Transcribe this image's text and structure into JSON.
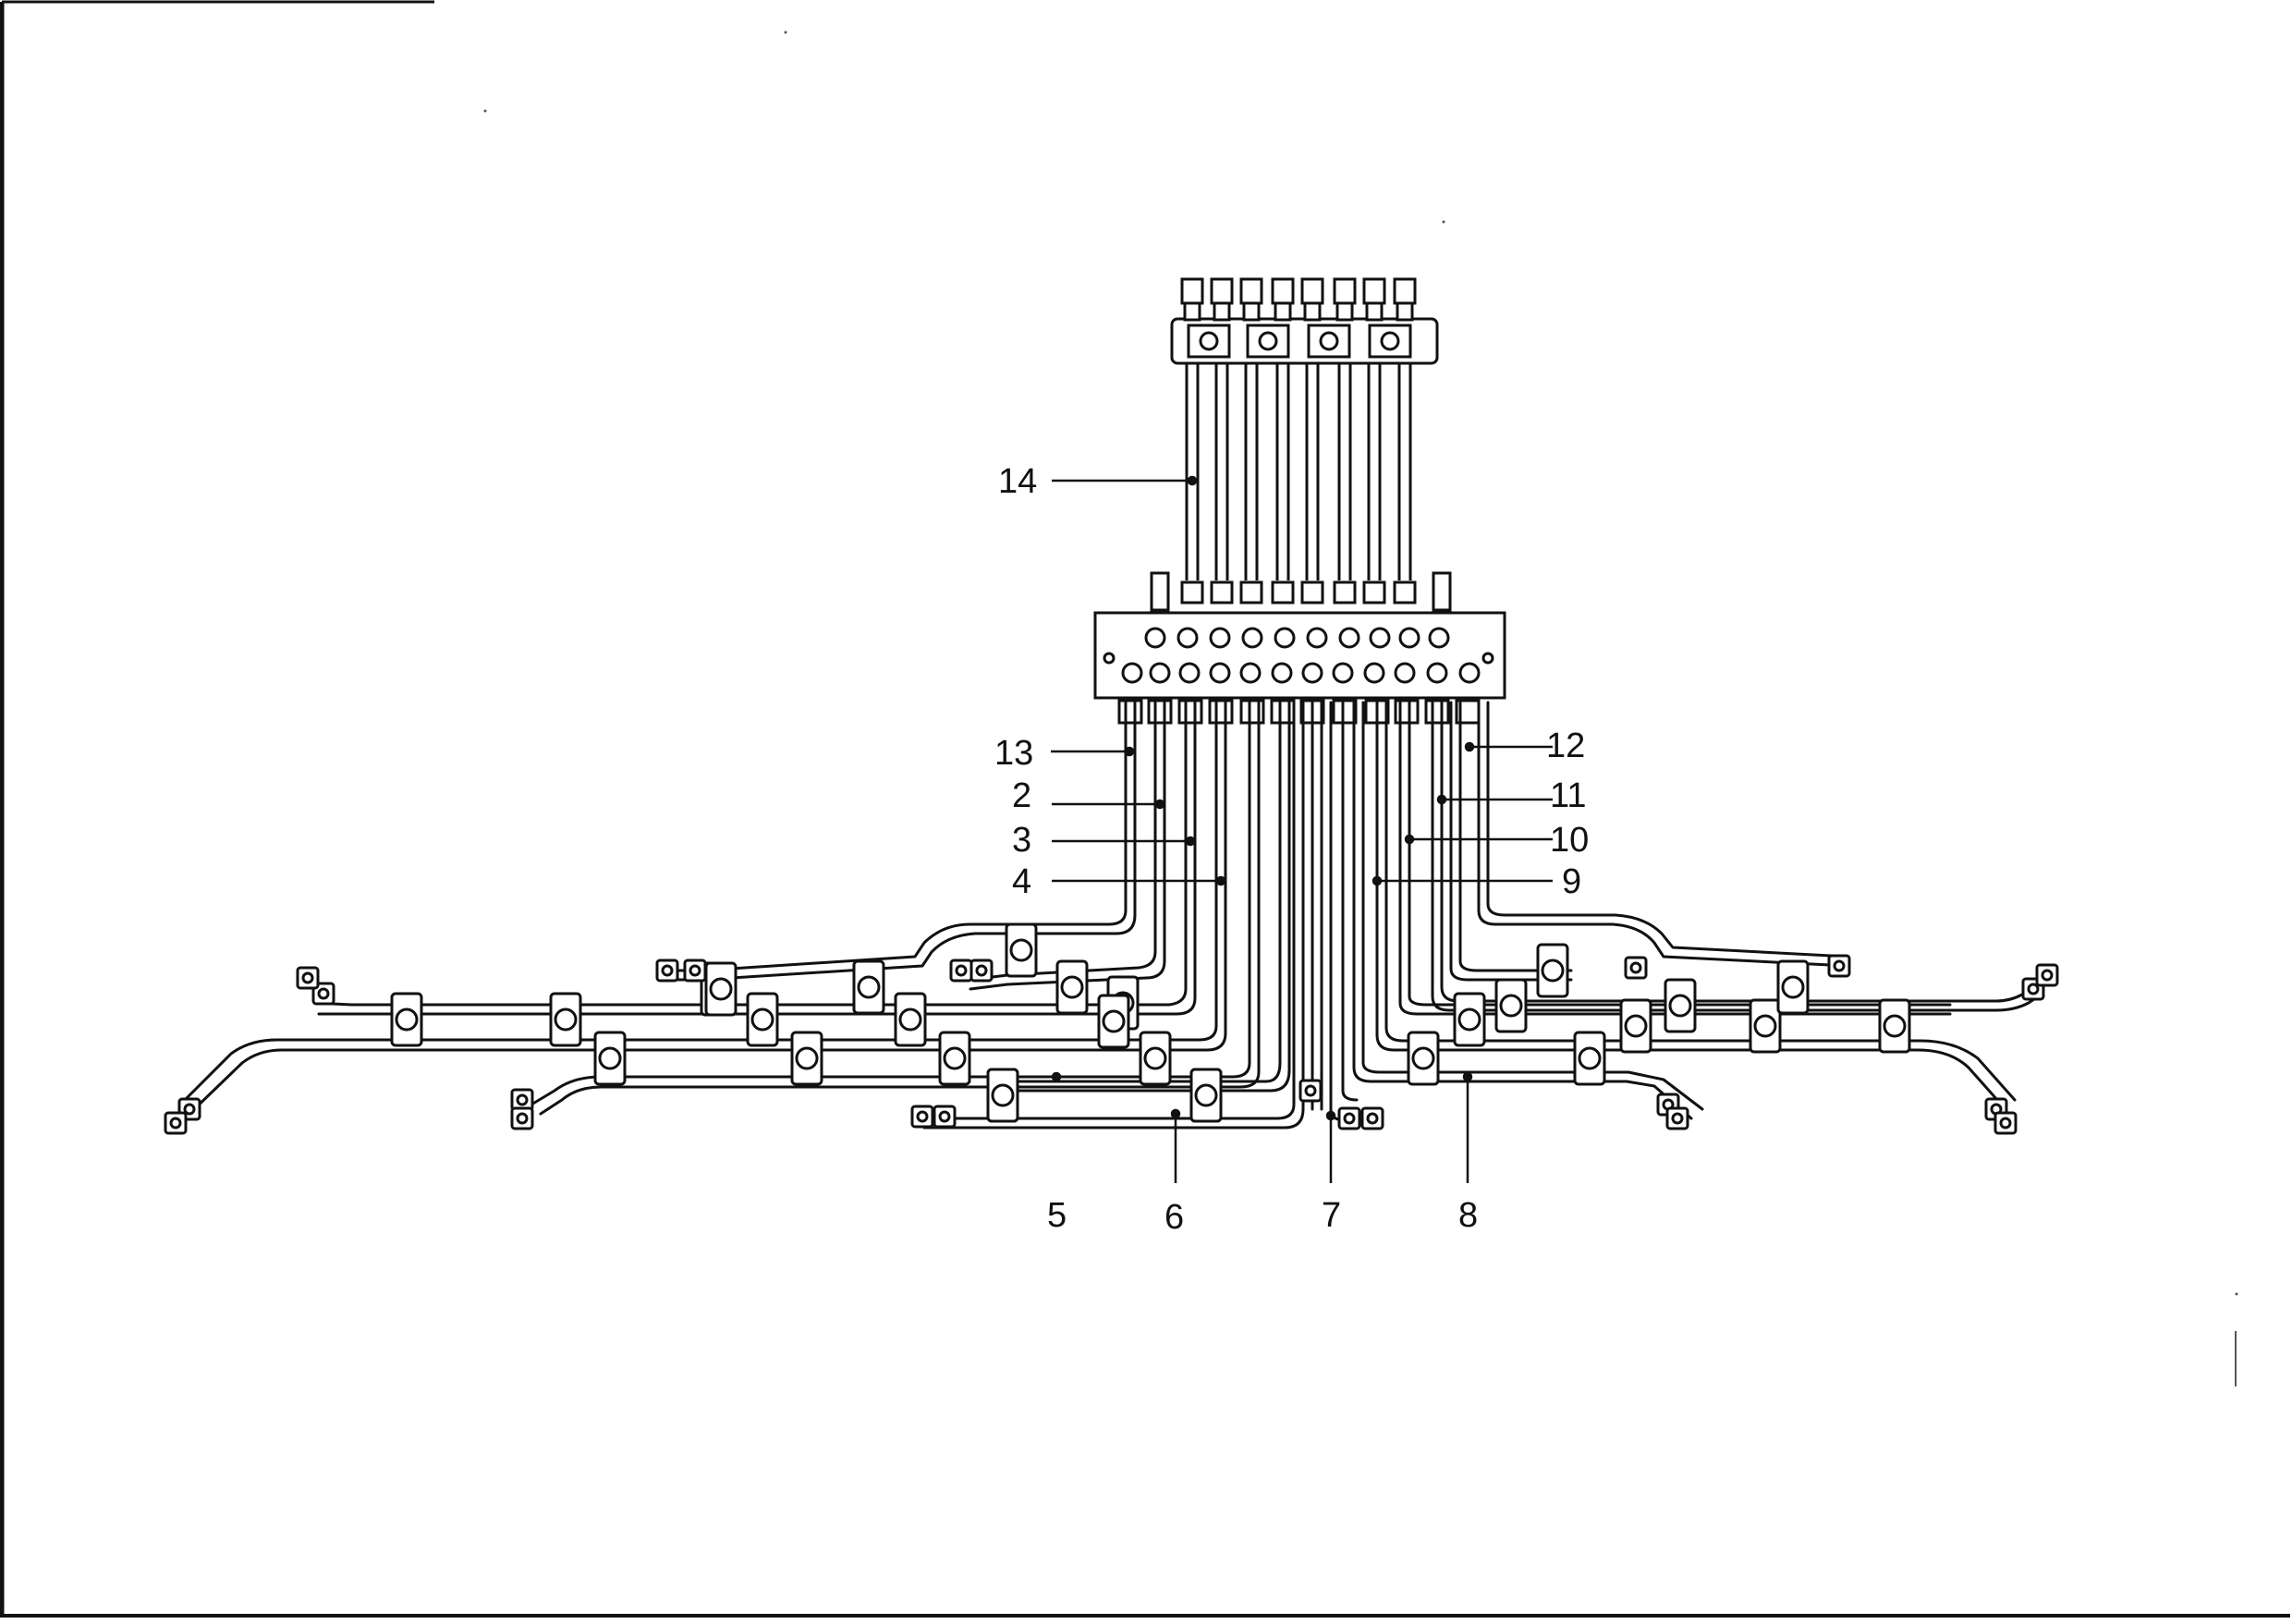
{
  "drawing": {
    "title": "",
    "callouts": [
      {
        "id": "c14",
        "text": "14"
      },
      {
        "id": "c13",
        "text": "13"
      },
      {
        "id": "c2",
        "text": "2"
      },
      {
        "id": "c3",
        "text": "3"
      },
      {
        "id": "c4",
        "text": "4"
      },
      {
        "id": "c12",
        "text": "12"
      },
      {
        "id": "c11",
        "text": "11"
      },
      {
        "id": "c10",
        "text": "10"
      },
      {
        "id": "c9",
        "text": "9"
      },
      {
        "id": "c5",
        "text": "5"
      },
      {
        "id": "c6",
        "text": "6"
      },
      {
        "id": "c7",
        "text": "7"
      },
      {
        "id": "c8",
        "text": "8"
      }
    ]
  },
  "colors": {
    "line": "#111111",
    "paper": "#ffffff"
  }
}
